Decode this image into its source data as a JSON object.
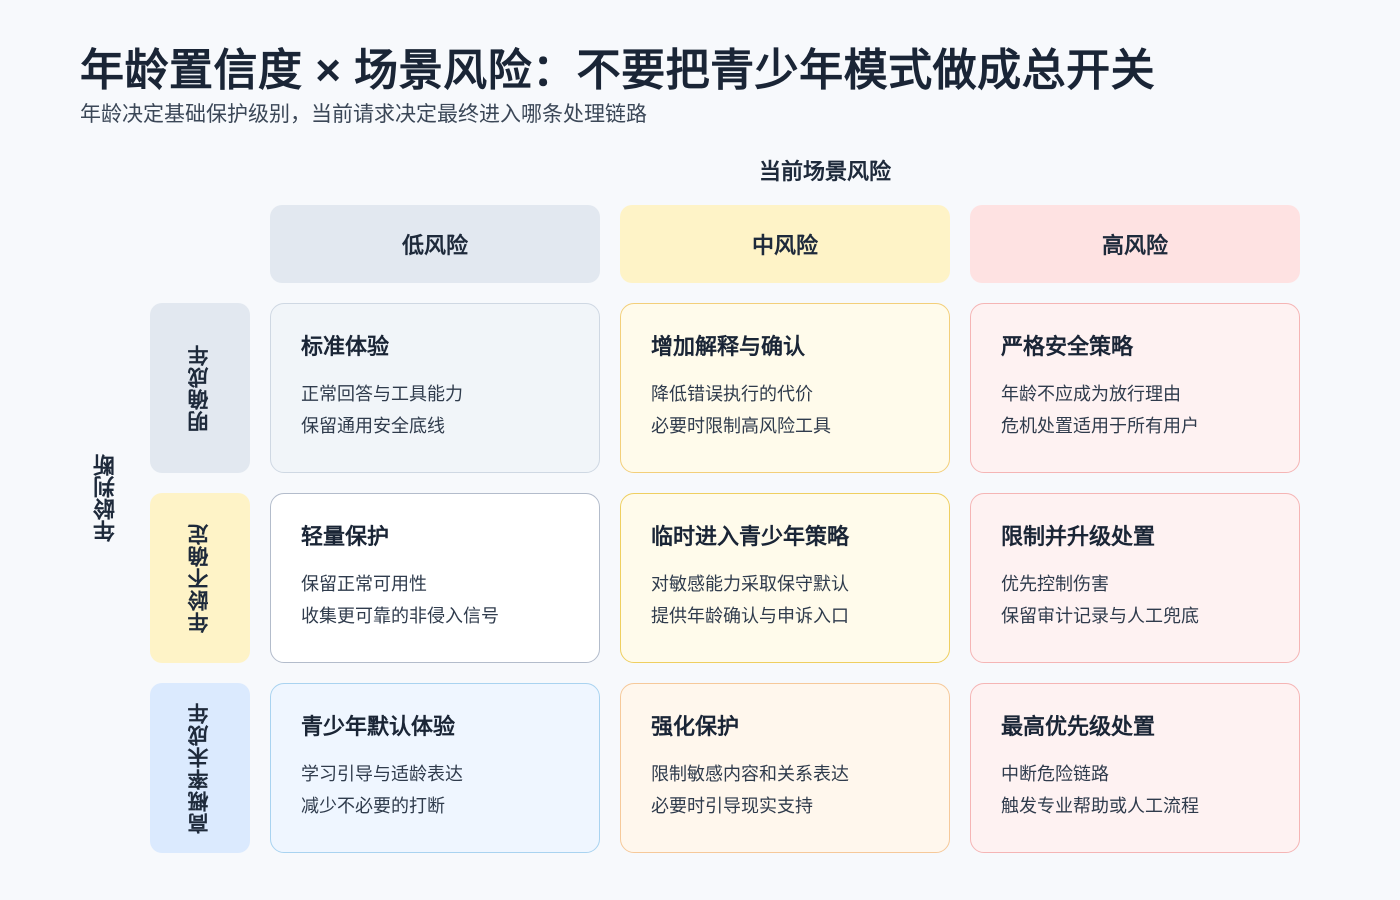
{
  "header": {
    "title": "年龄置信度 × 场景风险：不要把青少年模式做成总开关",
    "subtitle": "年龄决定基础保护级别，当前请求决定最终进入哪条处理链路"
  },
  "axes": {
    "column_axis_label": "当前场景风险",
    "row_axis_label": "年龄判断"
  },
  "columns": [
    "低风险",
    "中风险",
    "高风险"
  ],
  "rows": [
    "明确成年",
    "年龄不确定",
    "高概率未成年"
  ],
  "colors": {
    "low": "#e2e8f0",
    "medium": "#fef3c7",
    "high": "#fee2e2",
    "minor": "#dbeafe"
  },
  "cells": [
    [
      {
        "title": "标准体验",
        "line1": "正常回答与工具能力",
        "line2": "保留通用安全底线"
      },
      {
        "title": "增加解释与确认",
        "line1": "降低错误执行的代价",
        "line2": "必要时限制高风险工具"
      },
      {
        "title": "严格安全策略",
        "line1": "年龄不应成为放行理由",
        "line2": "危机处置适用于所有用户"
      }
    ],
    [
      {
        "title": "轻量保护",
        "line1": "保留正常可用性",
        "line2": "收集更可靠的非侵入信号"
      },
      {
        "title": "临时进入青少年策略",
        "line1": "对敏感能力采取保守默认",
        "line2": "提供年龄确认与申诉入口"
      },
      {
        "title": "限制并升级处置",
        "line1": "优先控制伤害",
        "line2": "保留审计记录与人工兜底"
      }
    ],
    [
      {
        "title": "青少年默认体验",
        "line1": "学习引导与适龄表达",
        "line2": "减少不必要的打断"
      },
      {
        "title": "强化保护",
        "line1": "限制敏感内容和关系表达",
        "line2": "必要时引导现实支持"
      },
      {
        "title": "最高优先级处置",
        "line1": "中断危险链路",
        "line2": "触发专业帮助或人工流程"
      }
    ]
  ]
}
